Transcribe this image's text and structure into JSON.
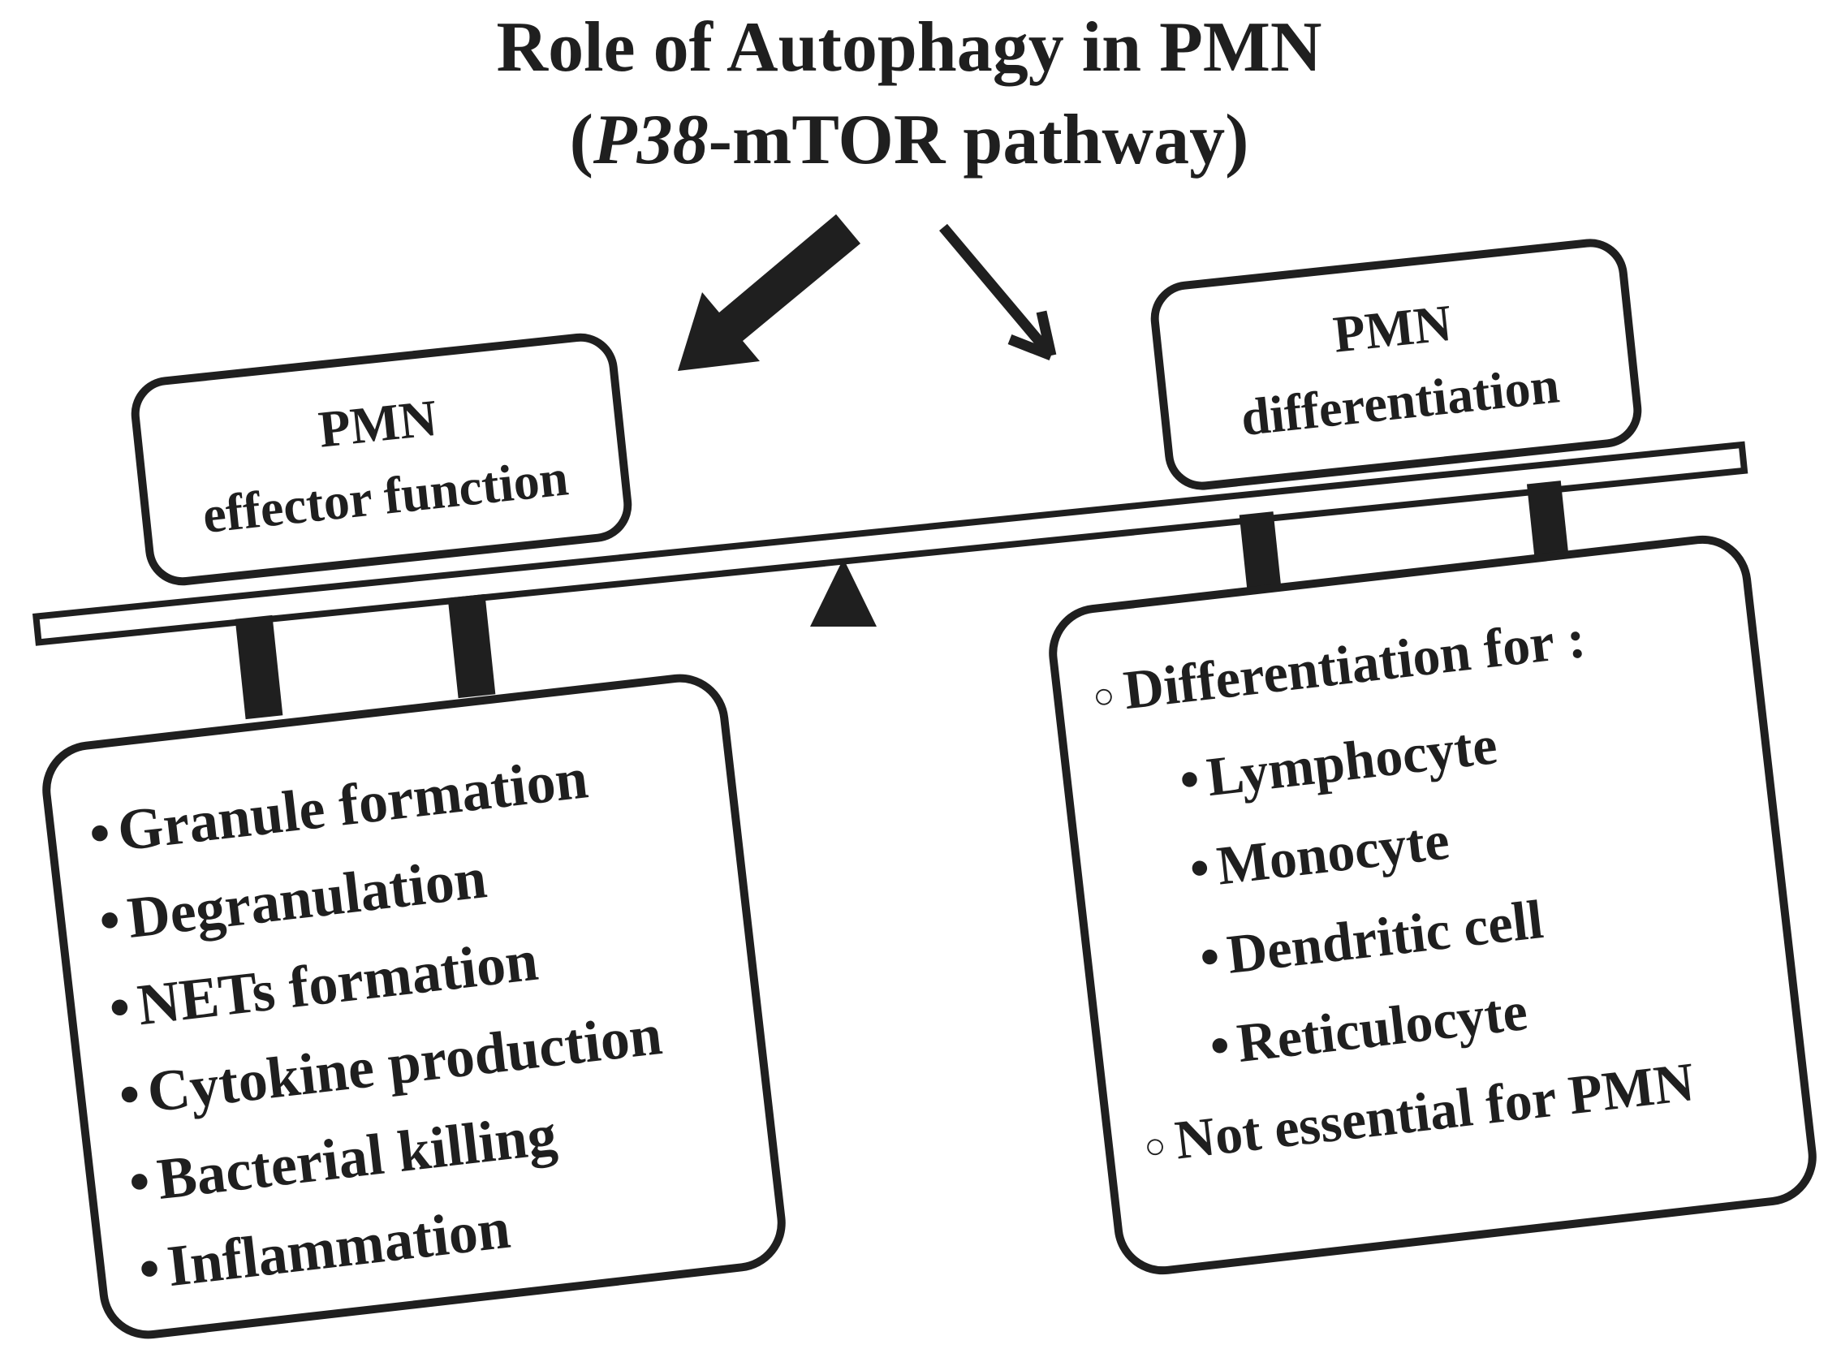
{
  "colors": {
    "ink": "#1f1f1f",
    "paper": "#ffffff"
  },
  "title": {
    "line1": "Role of Autophagy in PMN",
    "line2_open": "(",
    "line2_italic": "P38",
    "line2_rest": "-mTOR pathway)"
  },
  "balance": {
    "left_sign": {
      "line1": "PMN",
      "line2": "effector function"
    },
    "right_sign": {
      "line1": "PMN",
      "line2": "differentiation"
    }
  },
  "left_panel": {
    "bullet": "•",
    "items": [
      "Granule formation",
      "Degranulation",
      "NETs formation",
      "Cytokine production",
      "Bacterial killing",
      "Inflammation"
    ]
  },
  "right_panel": {
    "circle_bullet": "○",
    "dot_bullet": "•",
    "header": "Differentiation for :",
    "items": [
      "Lymphocyte",
      "Monocyte",
      "Dendritic cell",
      "Reticulocyte"
    ],
    "footer": "Not essential for PMN"
  }
}
